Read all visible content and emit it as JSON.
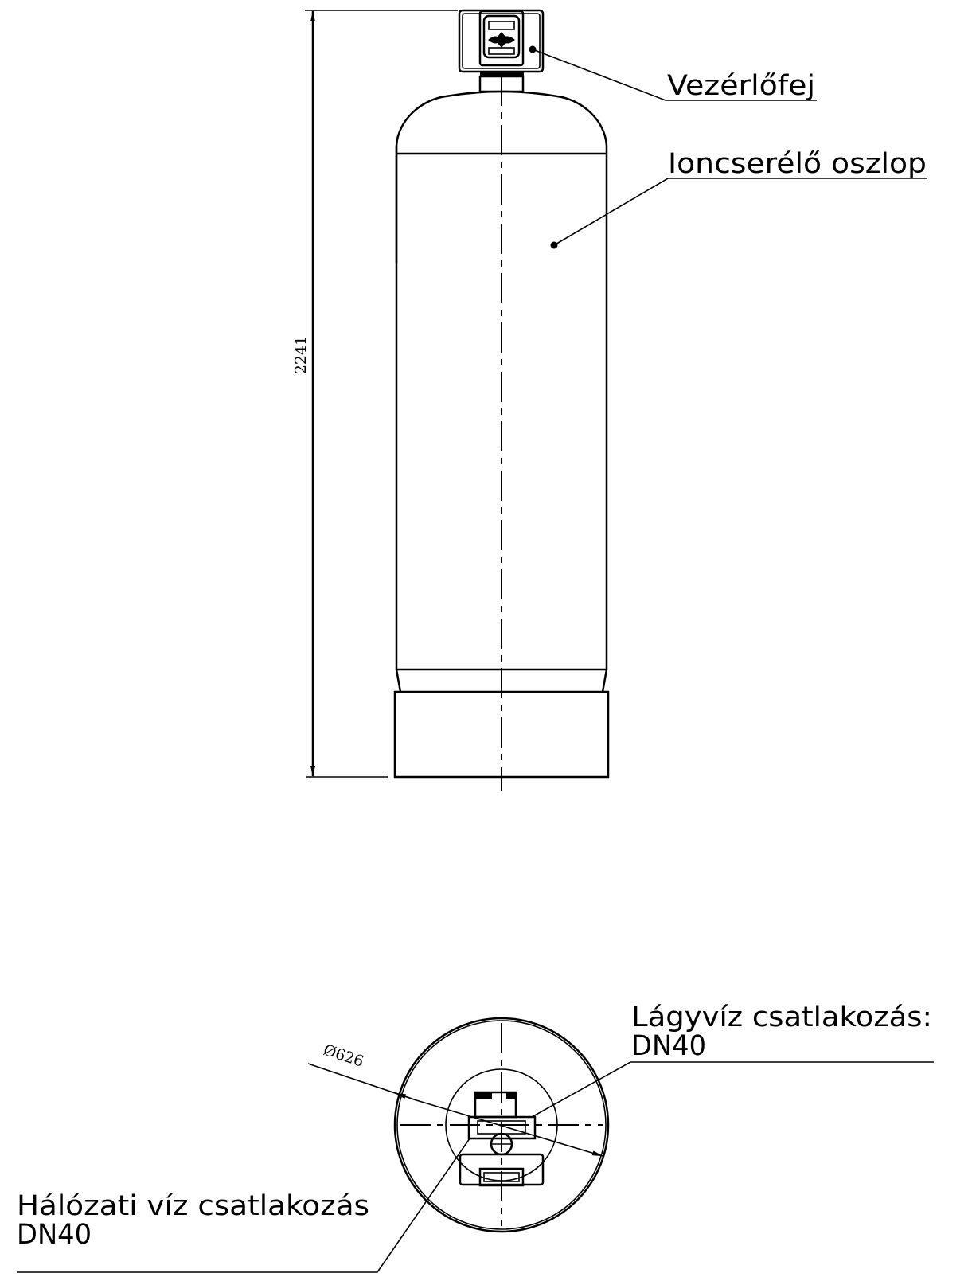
{
  "side_view": {
    "height_dimension": "2241",
    "labels": {
      "control_head": "Vezérlőfej",
      "ion_exchange_column": "Ioncserélő oszlop"
    }
  },
  "top_view": {
    "diameter_dimension": "Ø626",
    "soft_water": {
      "line1": "Lágyvíz csatlakozás:",
      "line2": "DN40"
    },
    "mains_water": {
      "line1": "Hálózati víz csatlakozás",
      "line2": "DN40"
    }
  },
  "colors": {
    "line": "#000000",
    "background": "#ffffff"
  }
}
